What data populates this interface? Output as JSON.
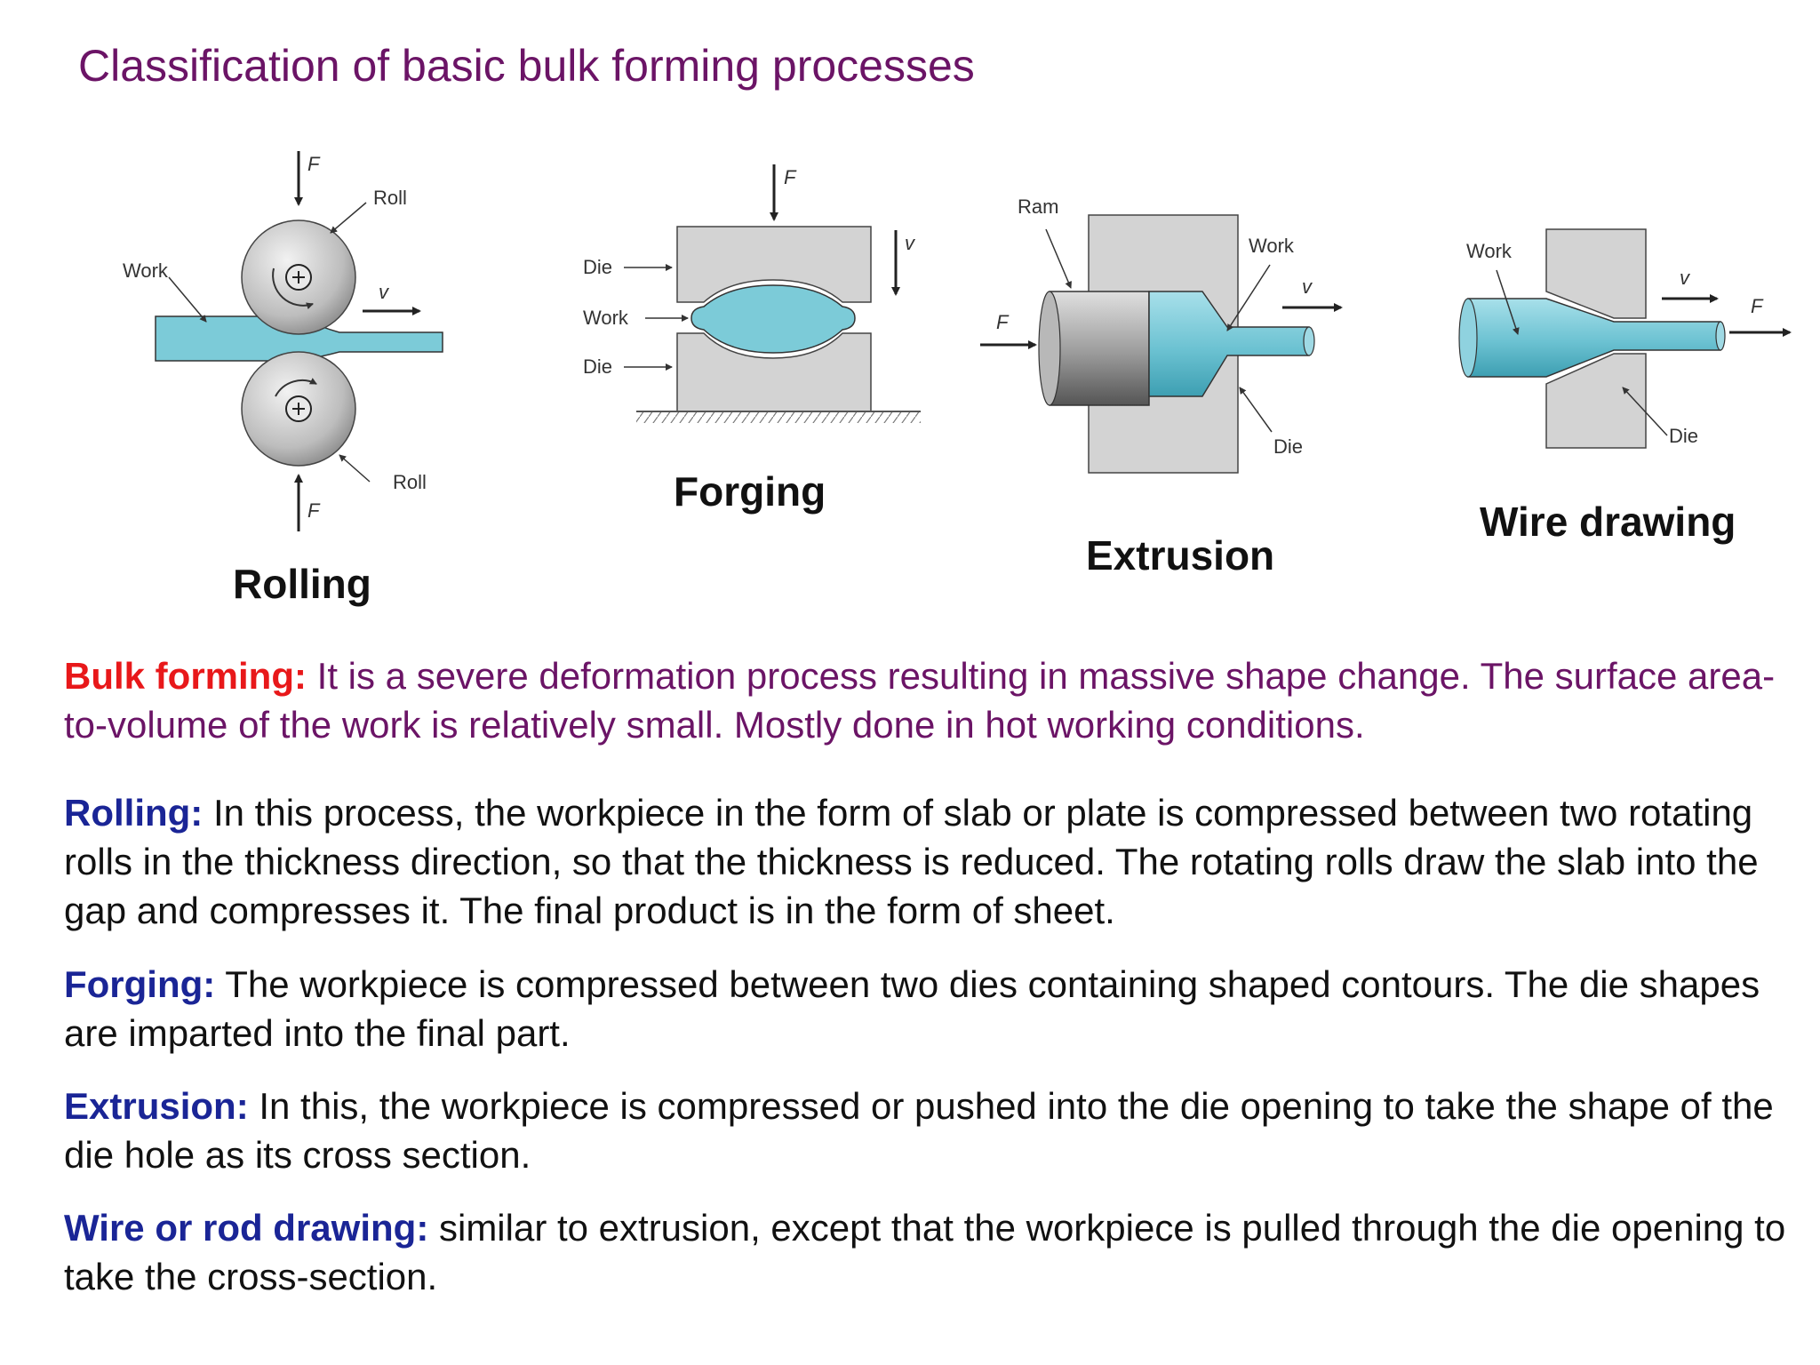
{
  "title": "Classification of basic bulk forming processes",
  "figures": {
    "rolling": {
      "caption": "Rolling",
      "labels": {
        "work": "Work",
        "roll_top": "Roll",
        "roll_bottom": "Roll",
        "force_top": "F",
        "force_bottom": "F",
        "velocity": "v"
      }
    },
    "forging": {
      "caption": "Forging",
      "labels": {
        "die_top": "Die",
        "work": "Work",
        "die_bottom": "Die",
        "force": "F",
        "velocity": "v"
      }
    },
    "extrusion": {
      "caption": "Extrusion",
      "labels": {
        "ram": "Ram",
        "work": "Work",
        "die": "Die",
        "force": "F",
        "velocity": "v"
      }
    },
    "wire_drawing": {
      "caption": "Wire drawing",
      "labels": {
        "work": "Work",
        "die": "Die",
        "force": "F",
        "velocity": "v"
      }
    }
  },
  "colors": {
    "title": "#6b1466",
    "bulk_term": "#e8181a",
    "term": "#1a2596",
    "work_fill": "#7ccbd8",
    "die_fill": "#d3d3d3"
  },
  "definitions": {
    "bulk": {
      "term": "Bulk forming:",
      "text": " It is a severe deformation process resulting in massive shape change. The surface area-to-volume of the work is relatively small. Mostly done in hot working conditions."
    },
    "rolling": {
      "term": "Rolling:",
      "text": " In this process, the workpiece in the form of slab or plate is compressed between two rotating rolls in the thickness direction, so that the thickness is reduced. The rotating rolls draw the slab into the gap and compresses it. The final product is in the form of sheet."
    },
    "forging": {
      "term": "Forging:",
      "text": " The workpiece is compressed between two dies containing shaped contours. The die shapes are imparted into the final part."
    },
    "extrusion": {
      "term": "Extrusion:",
      "text": " In this, the workpiece is compressed or pushed into the die opening to take the shape of the die hole as its cross section."
    },
    "drawing": {
      "term": "Wire or rod drawing:",
      "text": " similar to extrusion, except that the workpiece is pulled through the die opening to take the cross-section."
    }
  }
}
